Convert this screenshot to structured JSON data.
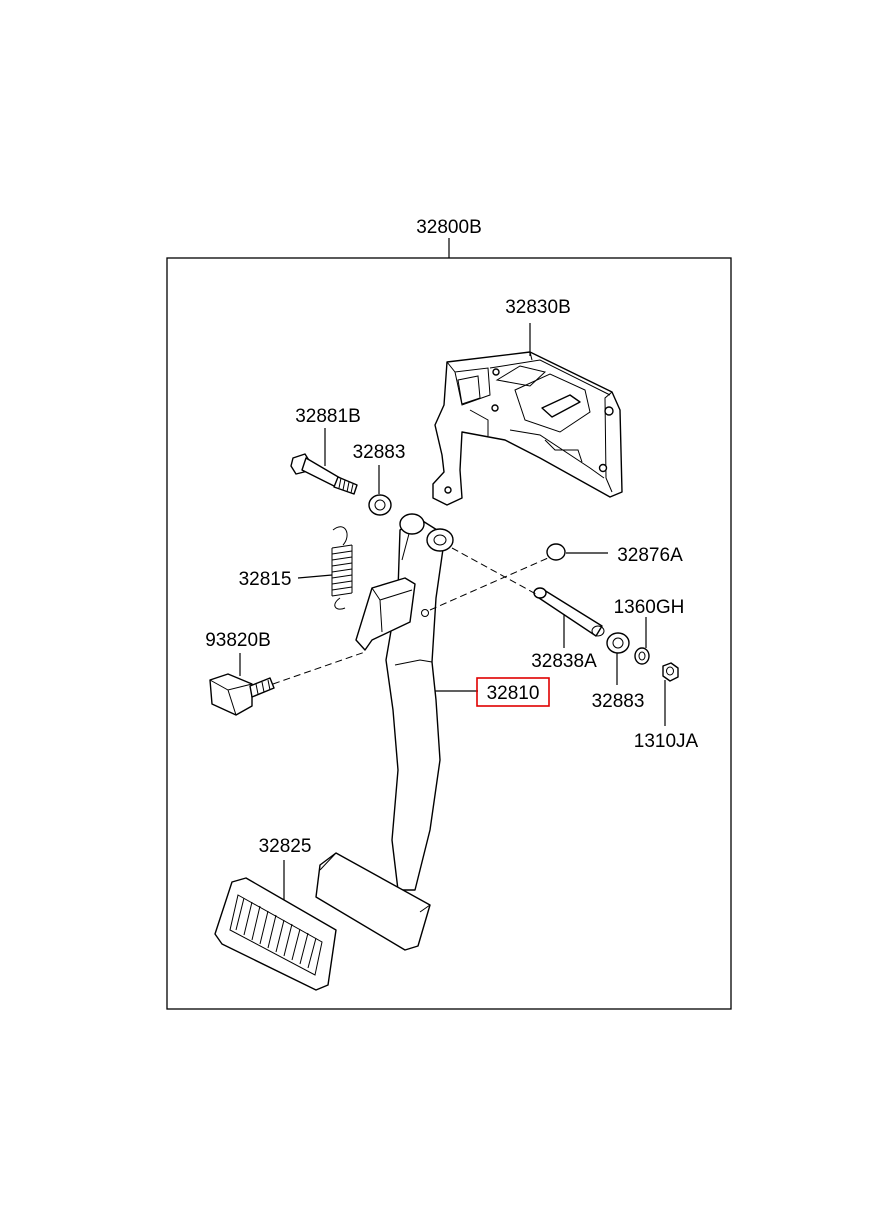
{
  "labels": {
    "assembly": "32800B",
    "bracket": "32830B",
    "bolt": "32881B",
    "bushing_left": "32883",
    "spring": "32815",
    "clip": "32876A",
    "stopper": "93820B",
    "shaft": "32838A",
    "washer": "1360GH",
    "bushing_right": "32883",
    "pedal_arm": "32810",
    "nut": "1310JA",
    "pad": "32825"
  },
  "highlight_color": "#e00000"
}
